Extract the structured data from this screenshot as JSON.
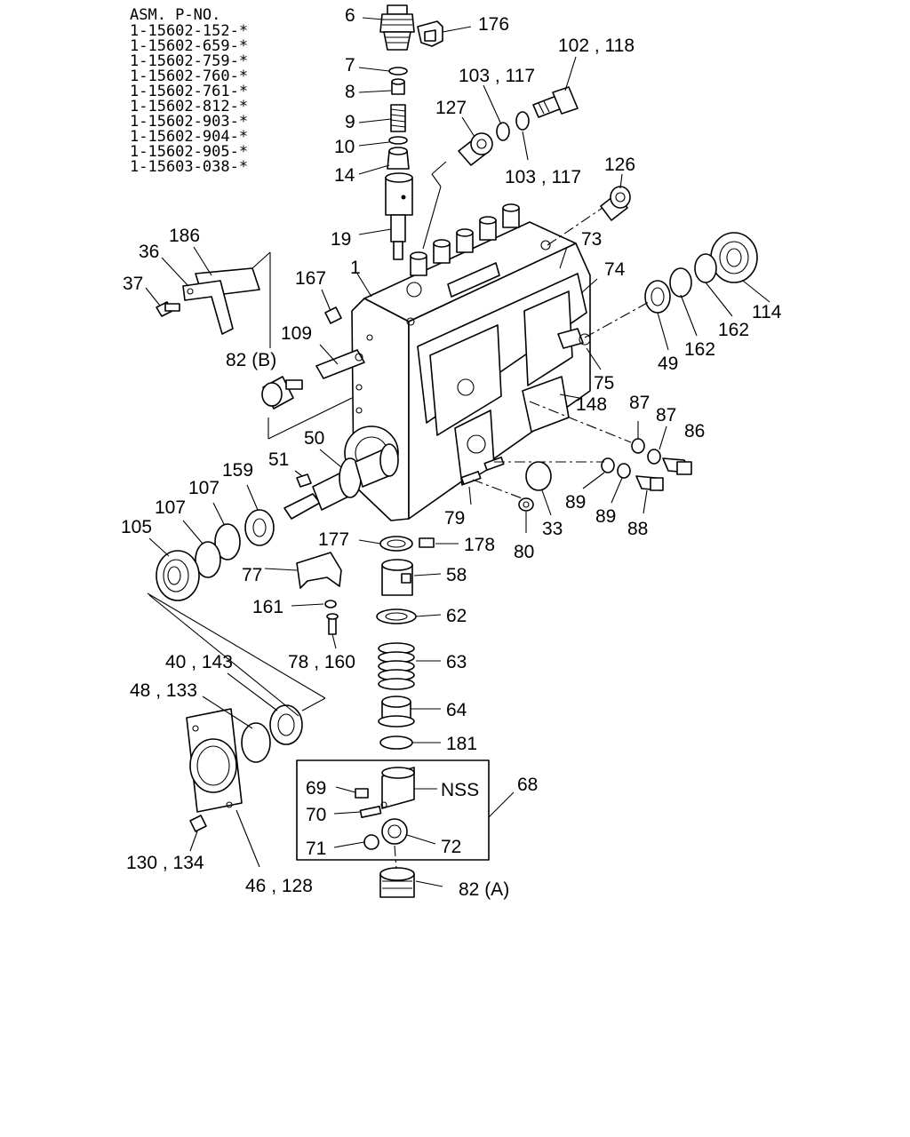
{
  "assembly": {
    "header": "ASM. P-NO.",
    "part_numbers": [
      "1-15602-152-*",
      "1-15602-659-*",
      "1-15602-759-*",
      "1-15602-760-*",
      "1-15602-761-*",
      "1-15602-812-*",
      "1-15602-903-*",
      "1-15602-904-*",
      "1-15602-905-*",
      "1-15603-038-*"
    ]
  },
  "callouts": {
    "c6": "6",
    "c176": "176",
    "c102_118": "102 , 118",
    "c7": "7",
    "c103_117_a": "103 , 117",
    "c8": "8",
    "c127": "127",
    "c9": "9",
    "c10": "10",
    "c103_117_b": "103 , 117",
    "c14": "14",
    "c126": "126",
    "c19": "19",
    "c186": "186",
    "c36": "36",
    "c73": "73",
    "c37": "37",
    "c167": "167",
    "c1": "1",
    "c74": "74",
    "c114": "114",
    "c162_a": "162",
    "c109": "109",
    "c49": "49",
    "c162_b": "162",
    "c82b": "82 (B)",
    "c75": "75",
    "c148": "148",
    "c87_a": "87",
    "c87_b": "87",
    "c86": "86",
    "c50": "50",
    "c51": "51",
    "c159": "159",
    "c107_a": "107",
    "c107_b": "107",
    "c89_a": "89",
    "c89_b": "89",
    "c88": "88",
    "c105": "105",
    "c79": "79",
    "c33": "33",
    "c80": "80",
    "c177": "177",
    "c178": "178",
    "c77": "77",
    "c58": "58",
    "c161": "161",
    "c62": "62",
    "c78_160": "78 , 160",
    "c63": "63",
    "c40_143": "40 , 143",
    "c48_133": "48 , 133",
    "c64": "64",
    "c181": "181",
    "c68": "68",
    "c69": "69",
    "cNSS": "NSS",
    "c70": "70",
    "c71": "71",
    "c72": "72",
    "c130_134": "130 , 134",
    "c46_128": "46 , 128",
    "c82a": "82 (A)"
  }
}
